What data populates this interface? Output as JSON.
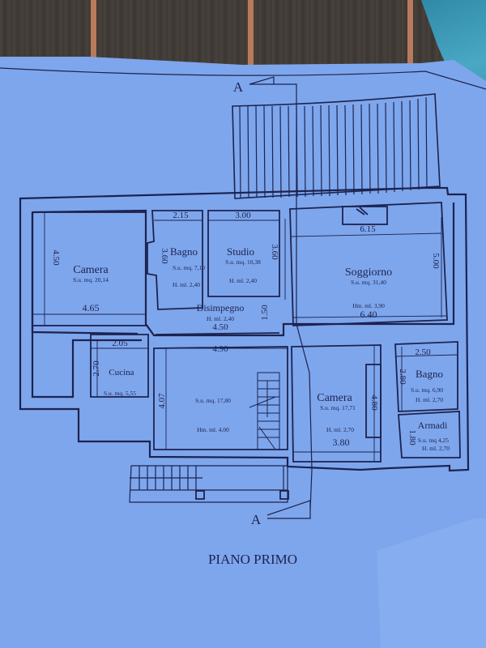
{
  "drawing": {
    "title": "PIANO PRIMO",
    "section_marker_top": "A",
    "section_marker_bottom": "A"
  },
  "colors": {
    "paper": "#7ea6ec",
    "ink": "#1c2350",
    "wood": "#3e3934",
    "cloth": "#3a97b4"
  },
  "rooms": {
    "camera1": {
      "name": "Camera",
      "area": "S.u. mq. 20,14",
      "dim_h": "4.50",
      "dim_w": "4.65"
    },
    "bagno1": {
      "name": "Bagno",
      "area": "S.u. mq. 7,10",
      "height": "H. ml. 2,40",
      "dim_w": "2.15",
      "dim_h": "3.60"
    },
    "studio": {
      "name": "Studio",
      "area": "S.u. mq. 10,38",
      "height": "H. ml. 2,40",
      "dim_w": "3.00",
      "dim_h": "3.60"
    },
    "soggiorno": {
      "name": "Soggiorno",
      "area": "S.u. mq. 31,40",
      "height": "Hm. ml. 3,90",
      "dim_top": "6.15",
      "dim_bottom": "6.40",
      "dim_h": "5.00"
    },
    "disimpegno": {
      "name": "Disimpegno",
      "height": "H. ml. 2,40",
      "dim_w": "4.50",
      "dim_h": "1.50"
    },
    "cucina": {
      "name": "Cucina",
      "area": "S.u. mq. 5,55",
      "dim_w": "2.05",
      "dim_h": "2.70"
    },
    "central": {
      "area": "S.u. mq. 17,80",
      "height": "Hm. ml. 4,00",
      "dim_w": "4.90",
      "dim_h": "4.07"
    },
    "camera2": {
      "name": "Camera",
      "area": "S.u. mq. 17,71",
      "height": "H. ml. 2,70",
      "dim_w": "3.80",
      "dim_h": "4.80"
    },
    "bagno2": {
      "name": "Bagno",
      "area": "S.u. mq. 6,90",
      "height": "H. ml. 2,70",
      "dim_w": "2.50",
      "dim_h": "2.80"
    },
    "armadi": {
      "name": "Armadi",
      "area": "S.u. mq 4,25",
      "height": "H. ml. 2,70",
      "dim_h": "1.80"
    }
  }
}
